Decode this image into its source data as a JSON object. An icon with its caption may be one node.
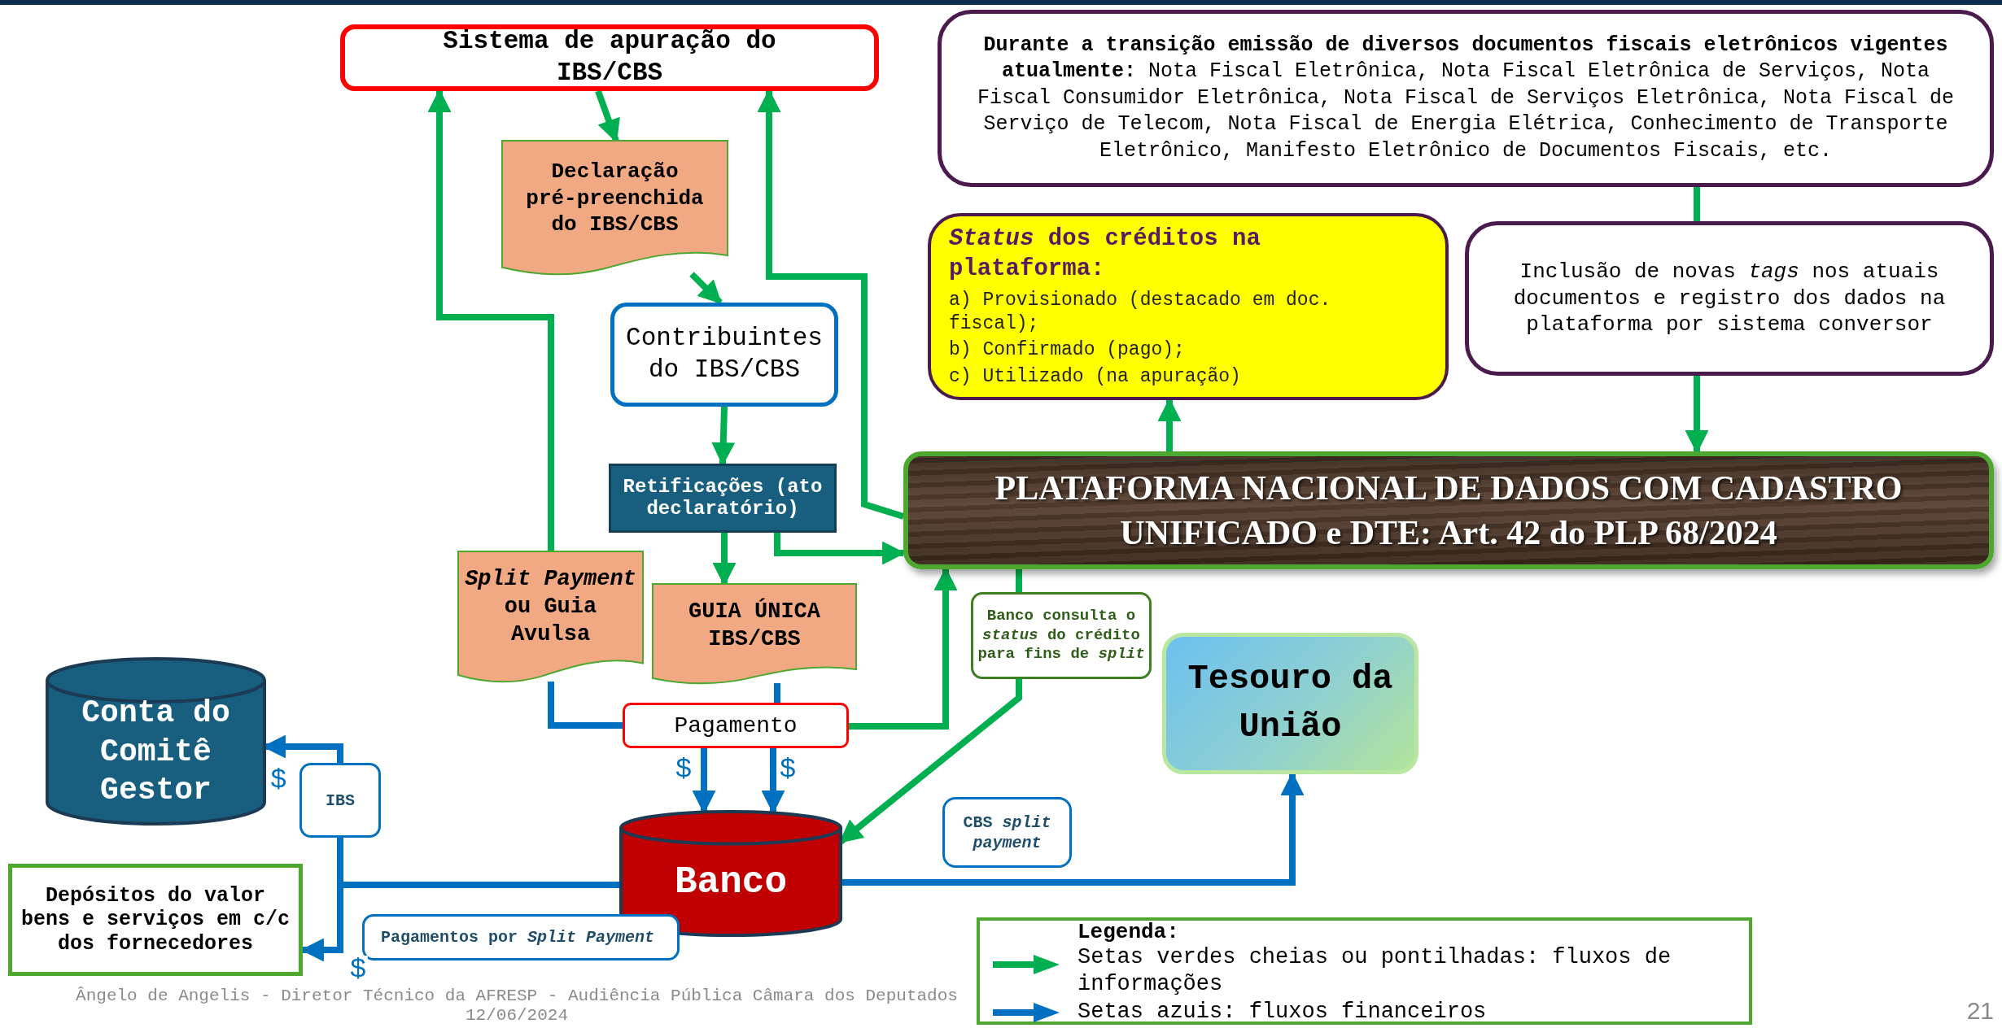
{
  "diagram": {
    "nodes": [
      {
        "text": [
          "Sistema de apuração do IBS/CBS"
        ]
      },
      {
        "text": [
          "Declaração pré-preenchida do IBS/CBS"
        ]
      },
      {
        "text": [
          "Contribuintes do IBS/CBS"
        ]
      },
      {
        "text": [
          "Retificações (ato declaratório)"
        ]
      },
      {
        "text": [
          "*Split Payment* ou Guia Avulsa"
        ]
      },
      {
        "text": [
          "GUIA ÚNICA IBS/CBS"
        ]
      },
      {
        "text": [
          "Pagamento"
        ]
      },
      {
        "text": [
          "**Durante a transição emissão de diversos documentos fiscais eletrônicos vigentes atualmente:** Nota Fiscal Eletrônica, Nota Fiscal Eletrônica de Serviços, Nota Fiscal Consumidor Eletrônica, Nota Fiscal de Serviços Eletrônica, Nota Fiscal de Serviço de Telecom, Nota Fiscal de Energia Elétrica, Conhecimento de Transporte Eletrônico, Manifesto Eletrônico de Documentos Fiscais, etc."
        ]
      },
      {
        "text": [
          "*Status* dos créditos na plataforma:",
          "a) Provisionado (destacado em doc. fiscal);",
          "b) Confirmado (pago);",
          "c) Utilizado (na apuração)"
        ]
      },
      {
        "text": [
          "Inclusão de novas *tags* nos atuais documentos e registro dos dados na plataforma por sistema conversor"
        ]
      },
      {
        "text": [
          "PLATAFORMA  NACIONAL DE DADOS COM CADASTRO UNIFICADO e DTE: Art. 42 do PLP 68/2024"
        ]
      },
      {
        "text": [
          "Banco consulta o *status* do crédito para fins de *split*"
        ]
      },
      {
        "text": [
          "Tesouro da União"
        ]
      },
      {
        "text": [
          "Conta do Comitê Gestor"
        ]
      },
      {
        "text": [
          "Banco"
        ]
      },
      {
        "text": [
          "CBS *split payment*"
        ]
      },
      {
        "text": [
          "Depósitos do valor bens e serviços em c/c dos fornecedores"
        ]
      },
      {
        "text": [
          "Pagamentos por *Split Payment*"
        ]
      }
    ],
    "edges": [
      {
        "from": 0,
        "to": 1,
        "arrow": "to"
      },
      {
        "from": 1,
        "to": 2,
        "arrow": "to"
      },
      {
        "from": 2,
        "to": 3,
        "arrow": "to"
      },
      {
        "from": 3,
        "to": 5,
        "arrow": "to"
      },
      {
        "from": 3,
        "to": 10,
        "arrow": "to"
      },
      {
        "from": 4,
        "to": 0,
        "arrow": "to"
      },
      {
        "from": 10,
        "to": 0,
        "arrow": "to"
      },
      {
        "from": 6,
        "to": 10,
        "arrow": "to"
      },
      {
        "from": 10,
        "to": 8,
        "arrow": "to"
      },
      {
        "from": 7,
        "to": 9,
        "arrow": "none"
      },
      {
        "from": 9,
        "to": 10,
        "arrow": "to"
      },
      {
        "from": 10,
        "to": 11,
        "arrow": "none"
      },
      {
        "from": 11,
        "to": 14,
        "arrow": "to"
      },
      {
        "from": 4,
        "to": 6,
        "arrow": "none",
        "color": "#0070c0"
      },
      {
        "from": 5,
        "to": 6,
        "arrow": "none",
        "color": "#0070c0"
      },
      {
        "from": 6,
        "to": 14,
        "arrow": "to",
        "label": "$",
        "color": "#0070c0"
      },
      {
        "from": 6,
        "to": 14,
        "arrow": "to",
        "label": "$",
        "color": "#0070c0"
      },
      {
        "from": 14,
        "to": 12,
        "arrow": "to",
        "color": "#0070c0"
      },
      {
        "from": 14,
        "to": 13,
        "arrow": "to",
        "label": "IBS",
        "color": "#0070c0"
      },
      {
        "from": 14,
        "to": 16,
        "arrow": "to",
        "label": "$",
        "color": "#0070c0"
      }
    ],
    "labels": [
      "$",
      "Legenda:",
      "Ângelo de Angelis - Diretor Técnico da AFRESP - Audiência Pública Câmara dos Deputados 12/06/2024",
      "21"
    ],
    "legend": [
      {
        "text": "Setas verdes cheias ou pontilhadas: fluxos de informações"
      },
      {
        "text": "Setas azuis: fluxos financeiros"
      }
    ]
  }
}
